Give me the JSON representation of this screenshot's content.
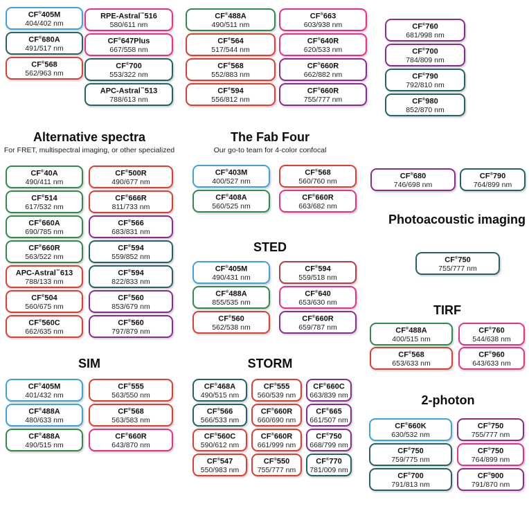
{
  "colors": {
    "blue": "#3ea2dd",
    "teal": "#256266",
    "green": "#2e8b4a",
    "red": "#e03c30",
    "pink": "#ea2f84",
    "purple": "#8e2a8f",
    "darkred": "#b04047"
  },
  "top_columns": [
    [
      {
        "name": "CF®405M",
        "range": "404/402 nm",
        "color": "blue"
      },
      {
        "name": "CF®680A",
        "range": "491/517 nm",
        "color": "teal"
      },
      {
        "name": "CF®568",
        "range": "562/963 nm",
        "color": "red"
      }
    ],
    [
      {
        "name": "RPE-Astral™516",
        "range": "580/611 nm",
        "color": "pink"
      },
      {
        "name": "CF®647Plus",
        "range": "667/558 nm",
        "color": "pink"
      },
      {
        "name": "CF®700",
        "range": "553/322 nm",
        "color": "teal"
      },
      {
        "name": "APC-Astral™513",
        "range": "788/613 nm",
        "color": "teal"
      }
    ],
    [
      {
        "name": "CF®488A",
        "range": "490/511 nm",
        "color": "green"
      },
      {
        "name": "CF®564",
        "range": "517/544 nm",
        "color": "red"
      },
      {
        "name": "CF®568",
        "range": "552/883 nm",
        "color": "red"
      },
      {
        "name": "CF®594",
        "range": "556/812 nm",
        "color": "red"
      }
    ],
    [
      {
        "name": "CF®663",
        "range": "603/938 nm",
        "color": "pink"
      },
      {
        "name": "CF®640R",
        "range": "620/533 nm",
        "color": "pink"
      },
      {
        "name": "CF®660R",
        "range": "662/882 nm",
        "color": "purple"
      },
      {
        "name": "CF®660R",
        "range": "755/777 nm",
        "color": "purple"
      }
    ],
    [
      {
        "name": "CF®760",
        "range": "681/998 nm",
        "color": "purple"
      },
      {
        "name": "CF®700",
        "range": "784/809 nm",
        "color": "purple"
      },
      {
        "name": "CF®790",
        "range": "792/810 nm",
        "color": "teal"
      },
      {
        "name": "CF®980",
        "range": "852/870 nm",
        "color": "teal"
      }
    ]
  ],
  "sections": {
    "alternative_spectra": {
      "title": "Alternative spectra",
      "subtitle": "For FRET, multispectral imaging, or other specialized",
      "badges": [
        {
          "name": "CF®40A",
          "range": "490/411 nm",
          "color": "green"
        },
        {
          "name": "CF®500R",
          "range": "490/677 nm",
          "color": "red"
        },
        {
          "name": "CF®514",
          "range": "617/532 nm",
          "color": "green"
        },
        {
          "name": "CF®666R",
          "range": "811/733 nm",
          "color": "red"
        },
        {
          "name": "CF®660A",
          "range": "690/785 nm",
          "color": "green"
        },
        {
          "name": "CF®566",
          "range": "683/831 nm",
          "color": "purple"
        },
        {
          "name": "CF®660R",
          "range": "563/522 nm",
          "color": "green"
        },
        {
          "name": "CF®594",
          "range": "559/852 nm",
          "color": "teal"
        },
        {
          "name": "APC-Astral™613",
          "range": "788/133 nm",
          "color": "red"
        },
        {
          "name": "CF®594",
          "range": "822/833 nm",
          "color": "teal"
        },
        {
          "name": "CF®504",
          "range": "560/675 nm",
          "color": "red"
        },
        {
          "name": "CF®560",
          "range": "853/679 nm",
          "color": "purple"
        },
        {
          "name": "CF®560C",
          "range": "662/635 nm",
          "color": "red"
        },
        {
          "name": "CF®560",
          "range": "797/879 nm",
          "color": "purple"
        }
      ]
    },
    "fab_four": {
      "title": "The Fab Four",
      "subtitle": "Our go-to team for 4-color confocal",
      "badges": [
        {
          "name": "CF®403M",
          "range": "400/527 nm",
          "color": "blue"
        },
        {
          "name": "CF®568",
          "range": "560/760 nm",
          "color": "red"
        },
        {
          "name": "CF®408A",
          "range": "560/525 nm",
          "color": "green"
        },
        {
          "name": "CF®660R",
          "range": "663/682 nm",
          "color": "pink"
        }
      ]
    },
    "pair": {
      "badges": [
        {
          "name": "CF®680",
          "range": "746/698 nm",
          "color": "purple"
        },
        {
          "name": "CF®790",
          "range": "764/899 nm",
          "color": "teal"
        }
      ]
    },
    "photoacoustic": {
      "title": "Photoacoustic imaging",
      "badges": [
        {
          "name": "CF®750",
          "range": "755/777 nm",
          "color": "teal"
        }
      ]
    },
    "sted": {
      "title": "STED",
      "badges": [
        {
          "name": "CF®405M",
          "range": "490/431 nm",
          "color": "blue"
        },
        {
          "name": "CF®594",
          "range": "559/518 nm",
          "color": "darkred"
        },
        {
          "name": "CF®488A",
          "range": "855/535 nm",
          "color": "green"
        },
        {
          "name": "CF®640",
          "range": "653/630 nm",
          "color": "pink"
        },
        {
          "name": "CF®560",
          "range": "562/538 nm",
          "color": "red"
        },
        {
          "name": "CF®660R",
          "range": "659/787 nm",
          "color": "purple"
        }
      ]
    },
    "tirf": {
      "title": "TIRF",
      "badges": [
        {
          "name": "CF®488A",
          "range": "400/515 nm",
          "color": "green"
        },
        {
          "name": "CF®760",
          "range": "544/638 nm",
          "color": "pink"
        },
        {
          "name": "CF®568",
          "range": "653/633 nm",
          "color": "red"
        },
        {
          "name": "CF®960",
          "range": "643/633 nm",
          "color": "pink"
        }
      ]
    },
    "sim": {
      "title": "SIM",
      "badges": [
        {
          "name": "CF®405M",
          "range": "401/432 nm",
          "color": "blue"
        },
        {
          "name": "CF®555",
          "range": "563/550 nm",
          "color": "red"
        },
        {
          "name": "CF®488A",
          "range": "480/633 nm",
          "color": "blue"
        },
        {
          "name": "CF®568",
          "range": "563/583 nm",
          "color": "red"
        },
        {
          "name": "CF®488A",
          "range": "490/515 nm",
          "color": "green"
        },
        {
          "name": "CF®660R",
          "range": "643/870 nm",
          "color": "pink"
        }
      ]
    },
    "storm": {
      "title": "STORM",
      "badges": [
        {
          "name": "CF®468A",
          "range": "490/515 nm",
          "color": "teal"
        },
        {
          "name": "CF®555",
          "range": "560/539 nm",
          "color": "red"
        },
        {
          "name": "CF®660C",
          "range": "663/839 nm",
          "color": "purple"
        },
        {
          "name": "CF®566",
          "range": "566/533 nm",
          "color": "teal"
        },
        {
          "name": "CF®660R",
          "range": "660/690 nm",
          "color": "red"
        },
        {
          "name": "CF®665",
          "range": "661/507 nm",
          "color": "purple"
        },
        {
          "name": "CF®560C",
          "range": "590/612 nm",
          "color": "red"
        },
        {
          "name": "CF®660R",
          "range": "661/999 nm",
          "color": "red"
        },
        {
          "name": "CF®750",
          "range": "668/799 nm",
          "color": "purple"
        },
        {
          "name": "CF®547",
          "range": "550/983 nm",
          "color": "red"
        },
        {
          "name": "CF®550",
          "range": "755/777 nm",
          "color": "red"
        },
        {
          "name": "CF®770",
          "range": "781/009 nm",
          "color": "teal"
        }
      ]
    },
    "two_photon": {
      "title": "2-photon",
      "badges": [
        {
          "name": "CF®660K",
          "range": "630/532 nm",
          "color": "blue"
        },
        {
          "name": "CF®750",
          "range": "755/777 nm",
          "color": "purple"
        },
        {
          "name": "CF®750",
          "range": "759/775 nm",
          "color": "teal"
        },
        {
          "name": "CF®750",
          "range": "764/899 nm",
          "color": "pink"
        },
        {
          "name": "CF®700",
          "range": "791/813 nm",
          "color": "teal"
        },
        {
          "name": "CF®900",
          "range": "791/870 nm",
          "color": "purple"
        }
      ]
    }
  }
}
